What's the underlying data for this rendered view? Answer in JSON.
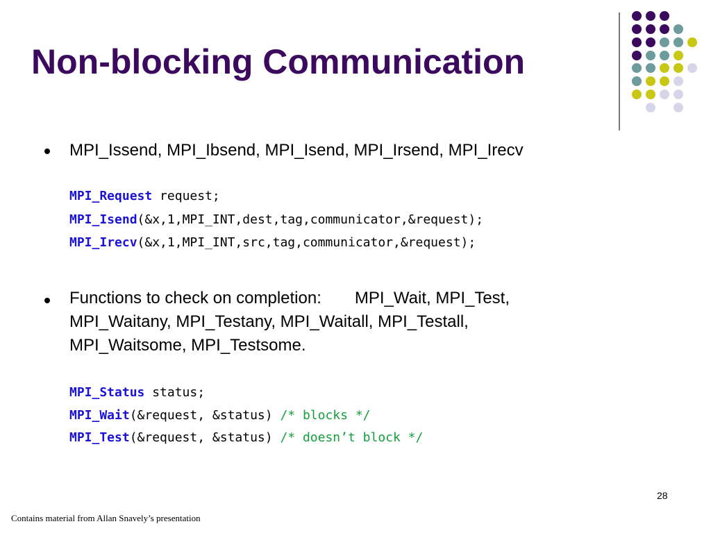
{
  "slide": {
    "title": "Non-blocking Communication",
    "page_number": "28",
    "footer": "Contains material from Allan Snavely’s presentation"
  },
  "bullets": [
    {
      "lines": [
        "MPI_Issend, MPI_Ibsend, MPI_Isend, MPI_Irsend, MPI_Irecv"
      ],
      "code": [
        {
          "kw": "MPI_Request",
          "rest": " request;",
          "comment": ""
        },
        {
          "kw": "MPI_Isend",
          "rest": "(&x,1,MPI_INT,dest,tag,communicator,&request);",
          "comment": ""
        },
        {
          "kw": "MPI_Irecv",
          "rest": "(&x,1,MPI_INT,src,tag,communicator,&request);",
          "comment": ""
        }
      ]
    },
    {
      "lines": [
        "Functions to check on completion:",
        "MPI_Wait, MPI_Test,",
        "MPI_Waitany, MPI_Testany, MPI_Waitall, MPI_Testall,",
        "MPI_Waitsome, MPI_Testsome."
      ],
      "code": [
        {
          "kw": "MPI_Status",
          "rest": " status;",
          "comment": ""
        },
        {
          "kw": "MPI_Wait",
          "rest": "(&request, &status) ",
          "comment": "/* blocks */"
        },
        {
          "kw": "MPI_Test",
          "rest": "(&request, &status) ",
          "comment": "/* doesn’t block */"
        }
      ]
    }
  ],
  "colors": {
    "title": "#3b0a5e",
    "code_keyword": "#1a12d6",
    "code_comment": "#14a03c",
    "dot_purple": "#3b0a5e",
    "dot_teal": "#6e9c9c",
    "dot_yellow": "#c8c814",
    "dot_lavender": "#d6d6e8"
  }
}
